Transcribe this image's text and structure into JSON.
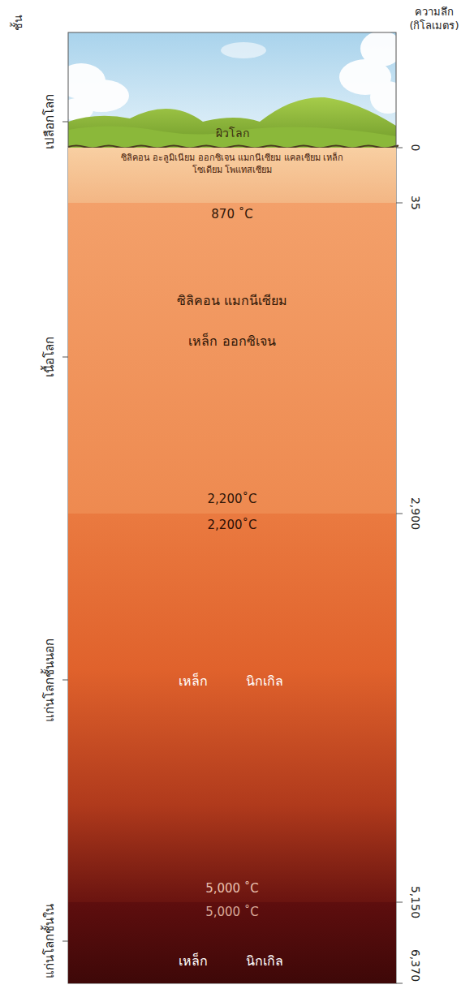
{
  "diagram": {
    "nodes": [
      {
        "text": [
          "ซิลิคอน อะลูมิเนียม ออกซิเจน แมกนีเซียม แคลเซียม เหล็ก โซเดียม โพแทสเซียม"
        ]
      },
      {
        "text": [
          "870 ˚C",
          "ซิลิคอน แมกนีเซียม",
          "เหล็ก ออกซิเจน",
          "2,200˚C"
        ]
      },
      {
        "text": [
          "2,200˚C",
          "เหล็ก",
          "นิกเกิล",
          "5,000 ˚C"
        ]
      },
      {
        "text": [
          "5,000 ˚C",
          "เหล็ก",
          "นิกเกิล"
        ]
      }
    ],
    "edges": [],
    "labels": [
      "ชั้น",
      "ความลึก (กิโลเมตร)",
      "ผิวโลก",
      "เปลือกโลก",
      "เนื้อโลก",
      "แก่นโลกชั้นนอก",
      "แก่นโลกชั้นใน",
      "0",
      "35",
      "2,900",
      "5,150",
      "6,370"
    ]
  }
}
